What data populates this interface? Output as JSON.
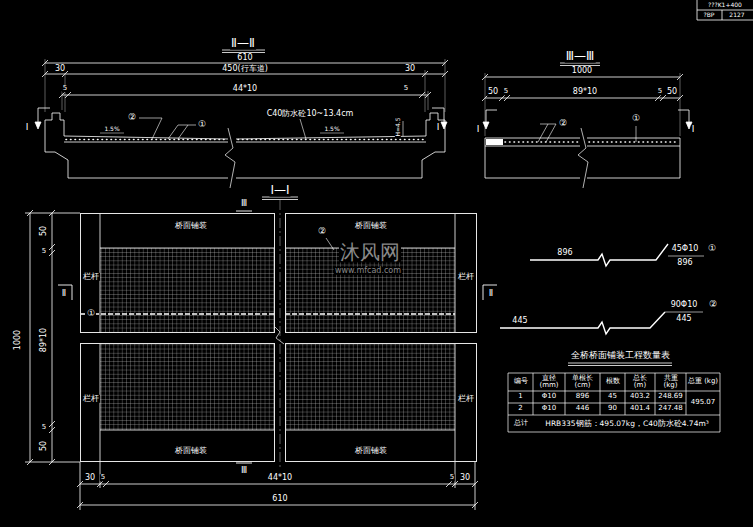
{
  "diagram": {
    "nodes": [
      {
        "text": [
          "桥面铺装",
          "栏杆"
        ]
      },
      {
        "text": [
          "桥面铺装",
          "栏杆"
        ]
      },
      {
        "text": [
          "桥面铺装",
          "栏杆"
        ]
      },
      {
        "text": [
          "桥面铺装",
          "栏杆"
        ]
      }
    ],
    "labels": [
      "Ⅱ—Ⅱ",
      "610",
      "30",
      "450(行车道)",
      "30",
      "5",
      "44*10",
      "5",
      "②",
      "①",
      "C40防水砼10~13.4cm",
      "H=4.5",
      "1.5%",
      "1.5%",
      "Ⅰ",
      "Ⅰ",
      "Ⅲ—Ⅲ",
      "1000",
      "50",
      "5",
      "89*10",
      "5",
      "50",
      "②",
      "①",
      "Ⅰ",
      "Ⅰ",
      "Ⅰ—Ⅰ",
      "Ⅲ",
      "Ⅲ",
      "1000",
      "50",
      "5",
      "89*10",
      "5",
      "50",
      "Ⅱ",
      "Ⅱ",
      "①",
      "②",
      "30",
      "5",
      "5",
      "30",
      "44*10",
      "610",
      "896",
      "45Φ10",
      "896",
      "①",
      "445",
      "90Φ10",
      "445",
      "②",
      "全桥桥面铺装工程数量表",
      "编号",
      "直径 (mm)",
      "单根长 (cm)",
      "根数",
      "总长 (m)",
      "共重 (kg)",
      "总重 (kg)",
      "1",
      "Φ10",
      "896",
      "45",
      "403.2",
      "248.69",
      "2",
      "Φ10",
      "446",
      "90",
      "401.4",
      "247.48",
      "495.07",
      "总计",
      "HRB335钢筋：495.07kg，C40防水砼4.74m³",
      "沐风网",
      "www.mfcad.com",
      "???K1+400",
      "?BP",
      "2127"
    ]
  }
}
